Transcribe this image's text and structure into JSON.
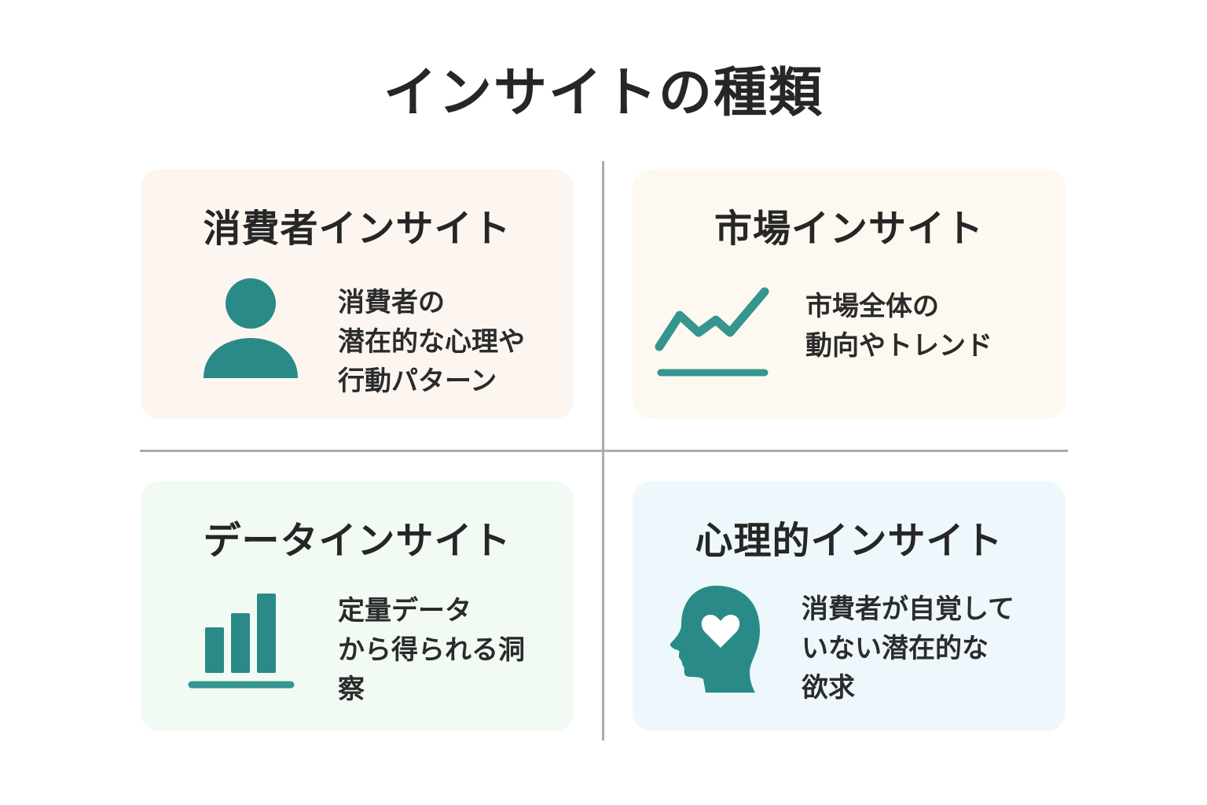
{
  "title": "インサイトの種類",
  "accent_color": "#2a8a88",
  "cards": [
    {
      "heading": "消費者インサイト",
      "icon": "person-icon",
      "lines": [
        "消費者の",
        "潜在的な心理や",
        "行動パターン"
      ]
    },
    {
      "heading": "市場インサイト",
      "icon": "trend-line-icon",
      "lines": [
        "市場全体の",
        "動向やトレンド"
      ]
    },
    {
      "heading": "データインサイト",
      "icon": "bar-chart-icon",
      "lines": [
        "定量データ",
        "から得られる洞",
        "察"
      ]
    },
    {
      "heading": "心理的インサイト",
      "icon": "head-heart-icon",
      "lines": [
        "消費者が自覚して",
        "いない潜在的な",
        "欲求"
      ]
    }
  ]
}
